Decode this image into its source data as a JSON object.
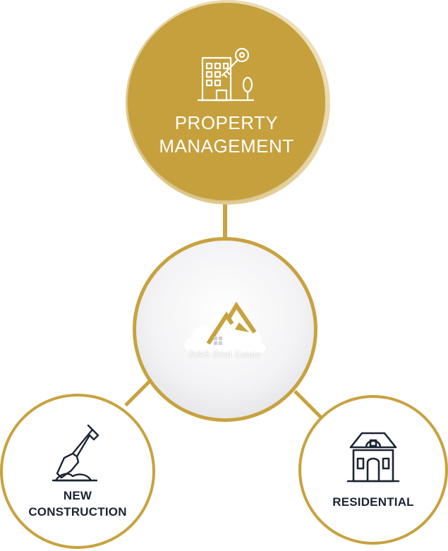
{
  "nodes": {
    "property_management": {
      "label": "PROPERTY\nMANAGEMENT",
      "icon": "building-key-icon"
    },
    "center_logo": {
      "text": "R&S Real Estate",
      "icon": "house-roof-logo"
    },
    "new_construction": {
      "label": "NEW\nCONSTRUCTION",
      "icon": "shovel-icon"
    },
    "residential": {
      "label": "RESIDENTIAL",
      "icon": "house-icon"
    }
  },
  "colors": {
    "gold": "#c5a03d",
    "gold_border": "#c8a23f",
    "navy": "#1c2433",
    "white": "#ffffff"
  }
}
